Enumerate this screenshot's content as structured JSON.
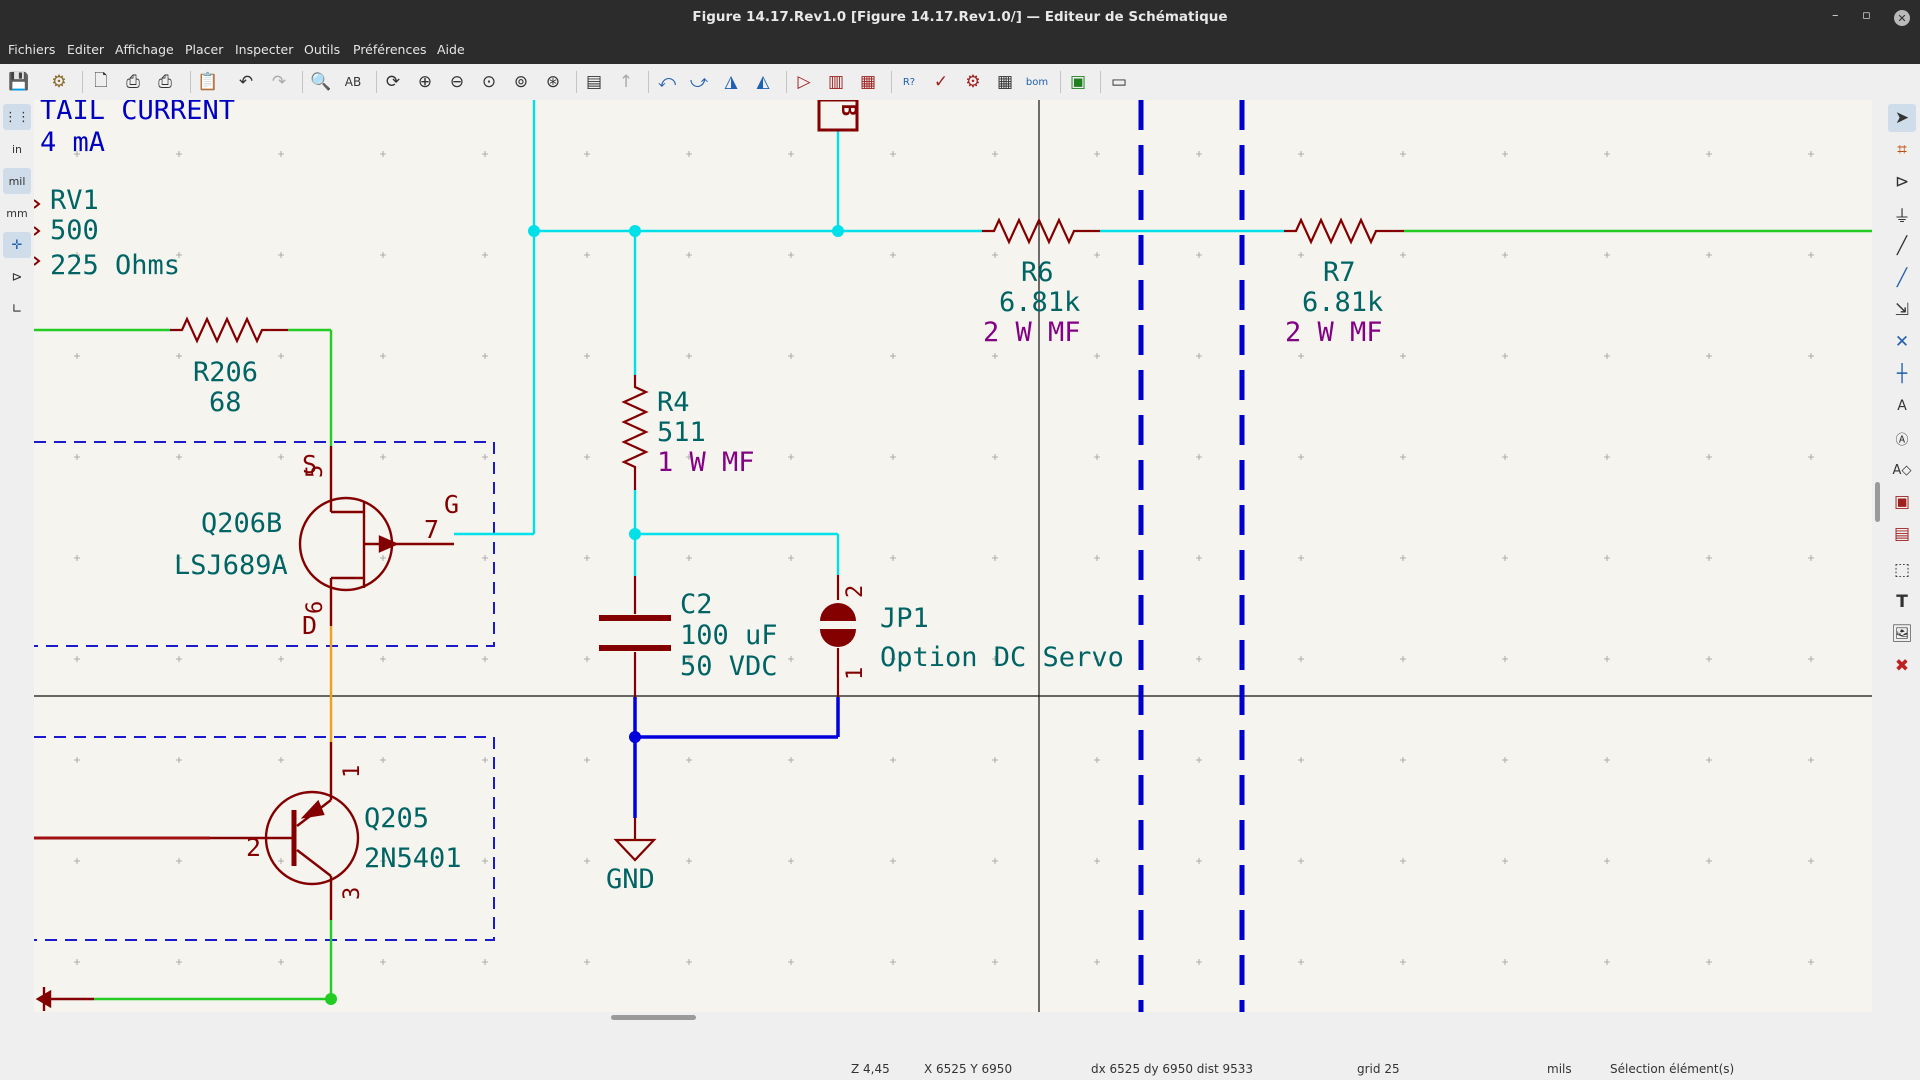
{
  "window": {
    "title": "Figure 14.17.Rev1.0 [Figure 14.17.Rev1.0/] — Editeur de Schématique"
  },
  "menu": [
    "Fichiers",
    "Editer",
    "Affichage",
    "Placer",
    "Inspecter",
    "Outils",
    "Préférences",
    "Aide"
  ],
  "toolbar_icons": [
    "save-icon",
    "schematic-setup-icon",
    "page-settings-icon",
    "print-icon",
    "plot-icon",
    "paste-icon",
    "undo-icon",
    "redo-icon",
    "find-icon",
    "find-replace-icon",
    "refresh-icon",
    "zoom-in-icon",
    "zoom-out-icon",
    "zoom-fit-icon",
    "zoom-objects-icon",
    "zoom-selection-icon",
    "hierarchy-navigator-icon",
    "leave-sheet-icon",
    "rotate-ccw-icon",
    "rotate-cw-icon",
    "mirror-vertical-icon",
    "mirror-horizontal-icon",
    "symbol-editor-icon",
    "symbol-browser-icon",
    "footprint-assign-icon",
    "annotate-icon",
    "erc-icon",
    "netlist-icon",
    "edit-fields-icon",
    "bom-icon",
    "pcb-editor-icon",
    "scripting-console-icon"
  ],
  "left_toolbar": {
    "grid_icon": "grid-icon",
    "unit_in": "in",
    "unit_mil": "mil",
    "unit_mm": "mm",
    "cursor_icon": "cursor-icon",
    "hidden_pins_icon": "hidden-pins-icon",
    "orthogonal_icon": "orthogonal-wire-icon"
  },
  "right_toolbar": [
    "select-icon",
    "highlight-net-icon",
    "add-symbol-icon",
    "add-power-icon",
    "add-wire-icon",
    "add-bus-icon",
    "add-bus-entry-icon",
    "no-connect-icon",
    "add-junction-icon",
    "add-label-icon",
    "add-global-label-icon",
    "add-hierarchical-label-icon",
    "add-sheet-icon",
    "import-sheet-pin-icon",
    "add-graphic-line-icon",
    "add-text-icon",
    "add-image-icon",
    "delete-icon"
  ],
  "schematic": {
    "annotation_line1": "TAIL CURRENT",
    "annotation_line2": "4 mA",
    "rv1_ref": "RV1",
    "rv1_value": "500",
    "rv1_note": "225 Ohms",
    "r206_ref": "R206",
    "r206_value": "68",
    "q206b_ref": "Q206B",
    "q206b_value": "LSJ689A",
    "q206b_pin_s": "S",
    "q206b_pin_s_num": "5",
    "q206b_pin_g": "G",
    "q206b_pin_g_num": "7",
    "q206b_pin_d": "D",
    "q206b_pin_d_num": "6",
    "r4_ref": "R4",
    "r4_value": "511",
    "r4_spec": "1 W MF",
    "r6_ref": "R6",
    "r6_value": "6.81k",
    "r6_spec": "2 W MF",
    "r7_ref": "R7",
    "r7_value": "6.81k",
    "r7_spec": "2 W MF",
    "c2_ref": "C2",
    "c2_value": "100 uF",
    "c2_spec": "50 VDC",
    "jp1_ref": "JP1",
    "jp1_value": "Option DC Servo",
    "jp1_pin2": "2",
    "jp1_pin1": "1",
    "q205_ref": "Q205",
    "q205_value": "2N5401",
    "q205_pin1": "1",
    "q205_pin2": "2",
    "q205_pin3": "3",
    "gnd_label": "GND",
    "top_partial": "B"
  },
  "colors": {
    "wire": "#00e0e8",
    "green_wire": "#22cc22",
    "orange_wire": "#f0a020",
    "bus": "#0000cc",
    "symbol": "#840000",
    "ref": "#006464",
    "field": "#840084",
    "annotation": "#0000c2",
    "background": "#f5f4ef"
  },
  "status": {
    "zoom": "Z 4,45",
    "xy": "X 6525  Y 6950",
    "delta": "dx 6525  dy 6950  dist 9533",
    "grid": "grid 25",
    "units": "mils",
    "mode": "Sélection élément(s)"
  }
}
